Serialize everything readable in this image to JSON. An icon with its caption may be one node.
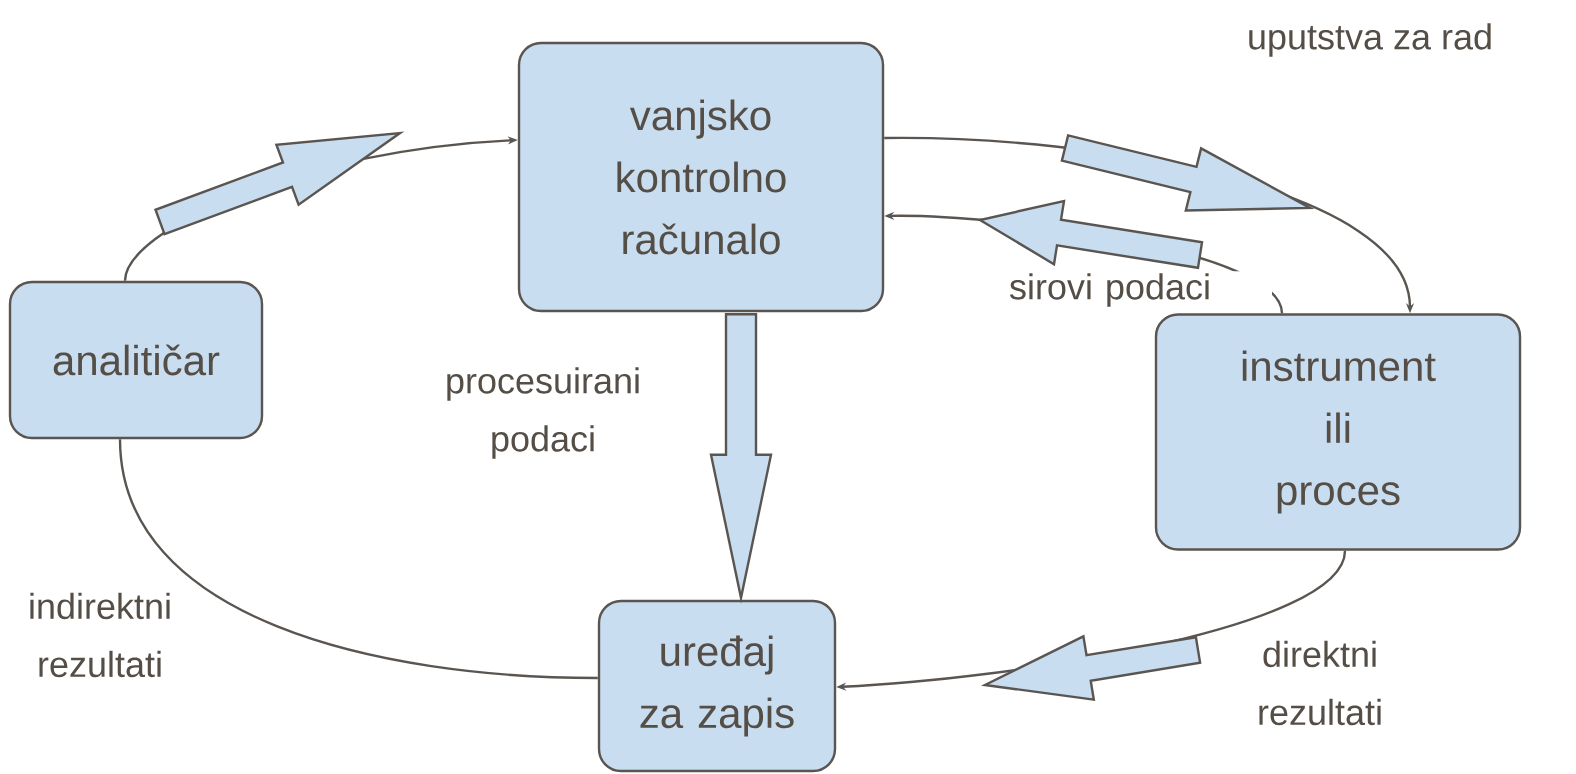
{
  "diagram": {
    "nodes": [
      {
        "text": [
          "vanjsko kontrolno računalo"
        ]
      },
      {
        "text": [
          "analitičar"
        ]
      },
      {
        "text": [
          "instrument ili proces"
        ]
      },
      {
        "text": [
          "uređaj za zapis"
        ]
      }
    ],
    "edges": [
      {
        "from": 1,
        "to": 0,
        "arrow": "to"
      },
      {
        "from": 0,
        "to": 2,
        "arrow": "to"
      },
      {
        "from": 2,
        "to": 0,
        "arrow": "to",
        "label": "sirovi podaci"
      },
      {
        "from": 0,
        "to": 3,
        "arrow": "to",
        "label": "procesuirani podaci"
      },
      {
        "from": 2,
        "to": 3,
        "arrow": "to",
        "label": "direktni rezultati"
      },
      {
        "from": 1,
        "to": 3,
        "arrow": "none",
        "label": "indirektni rezultati"
      }
    ],
    "labels": [
      "uputstva za rad"
    ]
  }
}
